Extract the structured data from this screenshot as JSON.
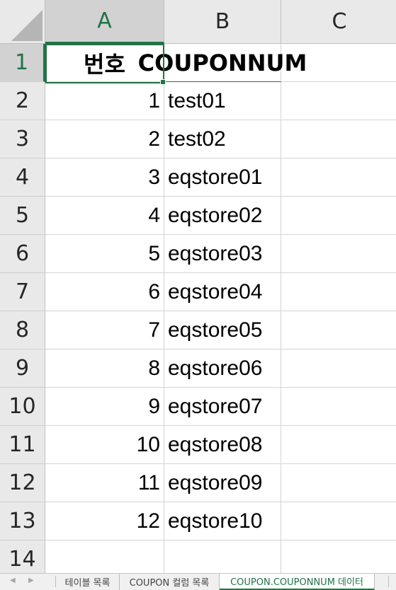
{
  "columns": [
    "A",
    "B",
    "C"
  ],
  "rows": [
    "1",
    "2",
    "3",
    "4",
    "5",
    "6",
    "7",
    "8",
    "9",
    "10",
    "11",
    "12",
    "13",
    "14"
  ],
  "header_row": {
    "a": "번호",
    "b": "COUPONNUM"
  },
  "data_rows": [
    {
      "a": "1",
      "b": "test01"
    },
    {
      "a": "2",
      "b": "test02"
    },
    {
      "a": "3",
      "b": "eqstore01"
    },
    {
      "a": "4",
      "b": "eqstore02"
    },
    {
      "a": "5",
      "b": "eqstore03"
    },
    {
      "a": "6",
      "b": "eqstore04"
    },
    {
      "a": "7",
      "b": "eqstore05"
    },
    {
      "a": "8",
      "b": "eqstore06"
    },
    {
      "a": "9",
      "b": "eqstore07"
    },
    {
      "a": "10",
      "b": "eqstore08"
    },
    {
      "a": "11",
      "b": "eqstore09"
    },
    {
      "a": "12",
      "b": "eqstore10"
    }
  ],
  "sheet_tabs": [
    "테이블 목록",
    "COUPON 컬럼 목록",
    "COUPON.COUPONNUM 데이터"
  ],
  "active_tab_index": 2,
  "colors": {
    "accent": "#217346",
    "header_bg": "#e9e9e9"
  }
}
